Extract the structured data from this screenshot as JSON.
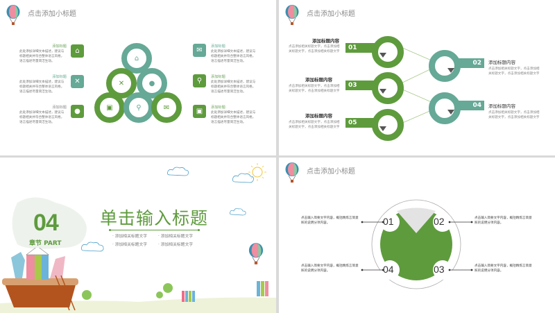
{
  "colors": {
    "green": "#5e9b3d",
    "teal": "#65a996",
    "gray_text": "#8a8a8a",
    "light_gray": "#e3e3e3"
  },
  "slide1": {
    "header_title": "点击添加小标题",
    "left_items": [
      {
        "label": "添加标题",
        "desc": "此处添加详细文本描述，建议与标题相关并符合整体语言风格，语言描述尽量简洁生动。",
        "icon": "bank-icon",
        "color": "#5e9b3d"
      },
      {
        "label": "添加标题",
        "desc": "此处添加详细文本描述，建议与标题相关并符合整体语言风格，语言描述尽量简洁生动。",
        "icon": "tools-icon",
        "color": "#65a996"
      },
      {
        "label": "添加标题",
        "desc": "此处添加详细文本描述，建议与标题相关并符合整体语言风格，语言描述尽量简洁生动。",
        "icon": "chat-icon",
        "color": "#5e9b3d"
      }
    ],
    "right_items": [
      {
        "label": "添加标题",
        "desc": "此处添加详细文本描述，建议与标题相关并符合整体语言风格，语言描述尽量简洁生动。",
        "icon": "mail-icon",
        "color": "#65a996"
      },
      {
        "label": "添加标题",
        "desc": "此处添加详细文本描述，建议与标题相关并符合整体语言风格，语言描述尽量简洁生动。",
        "icon": "gender-icon",
        "color": "#5e9b3d"
      },
      {
        "label": "添加标题",
        "desc": "此处添加详细文本描述，建议与标题相关并符合整体语言风格，语言描述尽量简洁生动。",
        "icon": "box-icon",
        "color": "#5e9b3d"
      }
    ],
    "pyramid_icons": [
      "⌂",
      "✕",
      "●",
      "▣",
      "⚲",
      "✉"
    ]
  },
  "slide2": {
    "header_title": "点击添加小标题",
    "left_items": [
      {
        "num": "01",
        "title": "添加标题内容",
        "desc": "点击添加相关标题文字，点击添加相关标题文字，点击添加相关标题文字"
      },
      {
        "num": "03",
        "title": "添加标题内容",
        "desc": "点击添加相关标题文字，点击添加相关标题文字，点击添加相关标题文字"
      },
      {
        "num": "05",
        "title": "添加标题内容",
        "desc": "点击添加相关标题文字，点击添加相关标题文字，点击添加相关标题文字"
      }
    ],
    "right_items": [
      {
        "num": "02",
        "title": "添加标题内容",
        "desc": "点击添加相关标题文字，点击添加相关标题文字，点击添加相关标题文字"
      },
      {
        "num": "04",
        "title": "添加标题内容",
        "desc": "点击添加相关标题文字，点击添加相关标题文字，点击添加相关标题文字"
      }
    ]
  },
  "slide3": {
    "chapter_num": "04",
    "chapter_label": "章节 PART",
    "title": "单击输入标题",
    "bullets": [
      "添加相关标题文字",
      "添加相关标题文字",
      "添加相关标题文字",
      "添加相关标题文字"
    ]
  },
  "slide4": {
    "header_title": "点击添加小标题",
    "items": [
      {
        "num": "01",
        "desc": "点击输入简要文字内容，概括精炼言简意赅的说明分项内容。"
      },
      {
        "num": "02",
        "desc": "点击输入简要文字内容，概括精炼言简意赅的说明分项内容。"
      },
      {
        "num": "03",
        "desc": "点击输入简要文字内容，概括精炼言简意赅的说明分项内容。"
      },
      {
        "num": "04",
        "desc": "点击输入简要文字内容，概括精炼言简意赅的说明分项内容。"
      }
    ]
  }
}
